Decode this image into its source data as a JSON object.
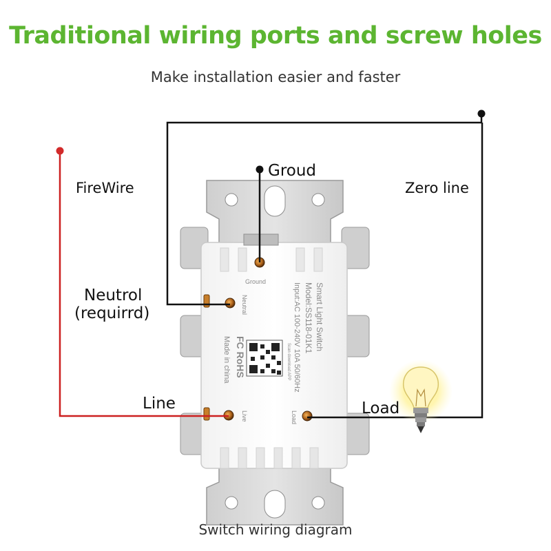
{
  "header": {
    "title": "Traditional wiring ports and screw holes",
    "subtitle": "Make installation easier and faster"
  },
  "caption": "Switch wiring diagram",
  "labels": {
    "firewire": "FireWire",
    "ground": "Groud",
    "zero_line": "Zero line",
    "neutral": "Neutrol",
    "required": "(requirrd)",
    "line": "Line",
    "load": "Load"
  },
  "device": {
    "port_ground": "Ground",
    "port_neutral": "Neutral",
    "port_live": "Live",
    "port_load": "Load",
    "product_name": "Smart Light Switch",
    "model": "Model:SS118-01K1",
    "input": "Input:AC 100-240V 10A 50/60Hz",
    "certifications": "FC RoHS",
    "origin": "Made in china",
    "scan_text": "Scan download APP"
  },
  "colors": {
    "title_green": "#5cb531",
    "fire_wire": "#cc1f1f",
    "zero_wire": "#111111"
  }
}
